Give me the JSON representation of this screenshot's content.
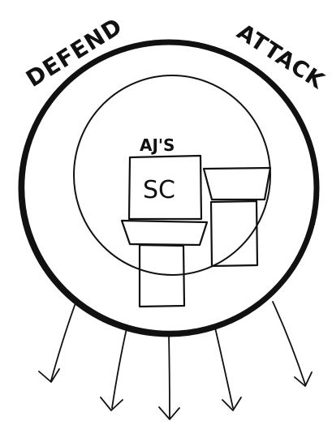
{
  "labels": {
    "defend": "DEFEND",
    "attack": "ATTACK",
    "owner": "AJ'S",
    "center_box": "SC"
  },
  "colors": {
    "ink": "#111111",
    "paper": "#ffffff"
  },
  "arrows": {
    "count": 5,
    "direction": "outward-down"
  }
}
